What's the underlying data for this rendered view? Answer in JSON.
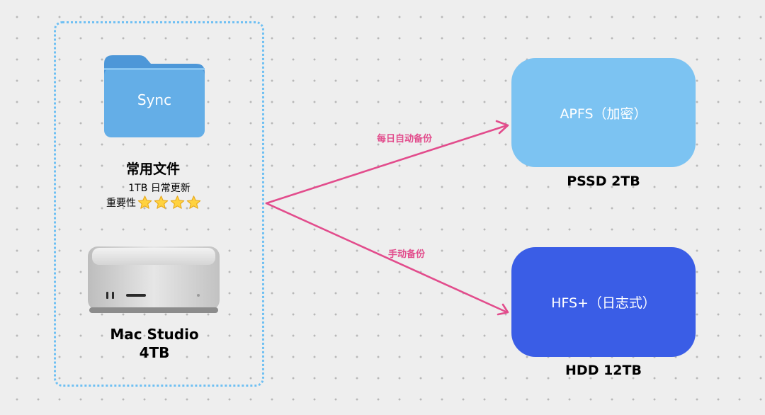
{
  "colors": {
    "background": "#eeeeee",
    "group_border": "#6fc0f3",
    "arrow": "#e24c8c",
    "apfs_box": "#7cc3f2",
    "hfs_box": "#3a5de6",
    "folder": "#64aee7"
  },
  "source": {
    "folder_icon": "folder-icon",
    "folder_label": "Sync",
    "files_title": "常用文件",
    "files_size": "1TB 日常更新",
    "rating_label": "重要性",
    "rating_stars": 4,
    "computer_icon": "mac-studio-icon",
    "computer_name": "Mac Studio",
    "computer_capacity": "4TB"
  },
  "edges": [
    {
      "label": "每日自动备份",
      "to": "APFS（加密）"
    },
    {
      "label": "手动备份",
      "to": "HFS+（日志式）"
    }
  ],
  "targets": [
    {
      "box_label": "APFS（加密）",
      "caption": "PSSD 2TB"
    },
    {
      "box_label": "HFS+（日志式）",
      "caption": "HDD 12TB"
    }
  ]
}
